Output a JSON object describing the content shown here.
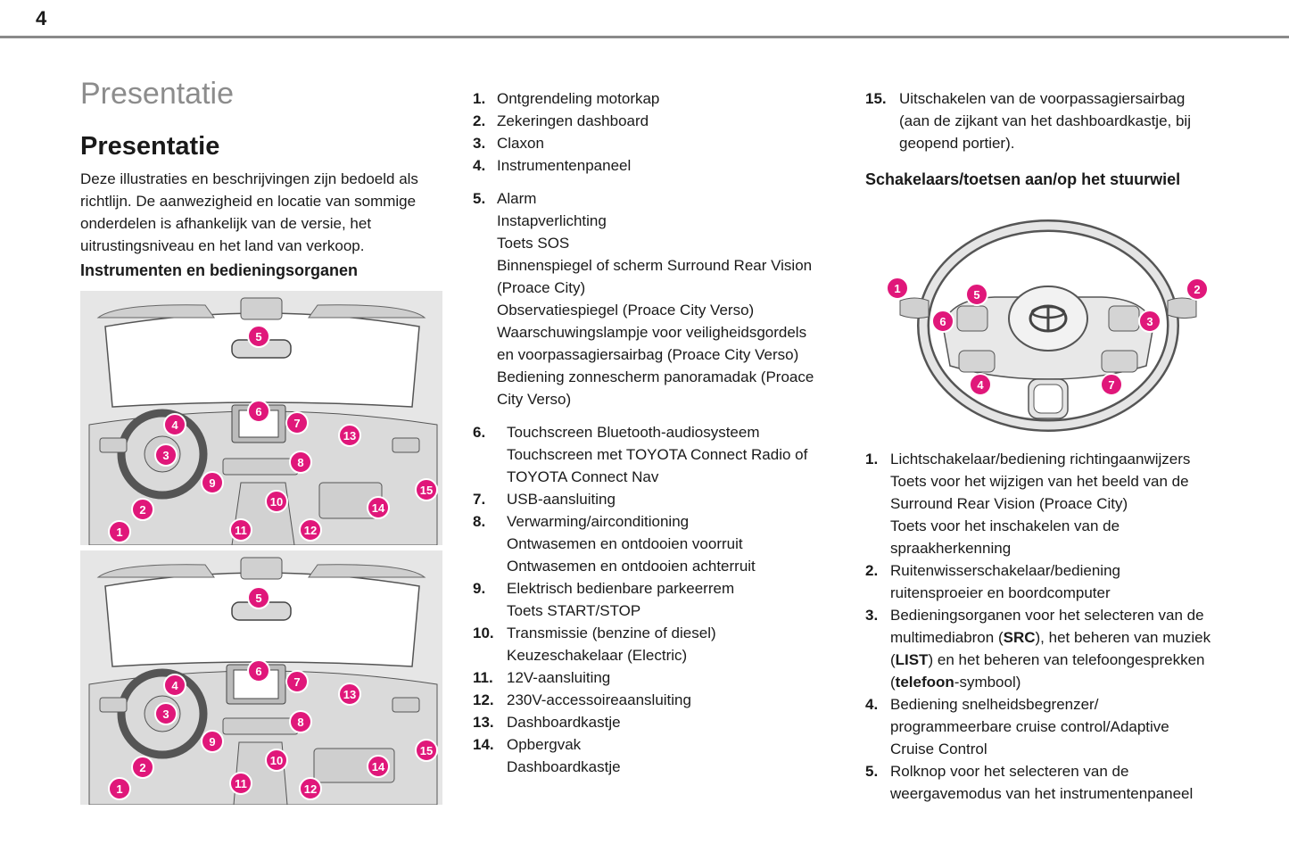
{
  "page": {
    "number": "4"
  },
  "section_title": "Presentatie",
  "heading": "Presentatie",
  "intro": "Deze illustraties en beschrijvingen zijn bedoeld als richtlijn. De aanwezigheid en locatie van sommige onderdelen is afhankelijk van de versie, het uitrustingsniveau en het land van verkoop.",
  "subheading_dashboard": "Instrumenten en bedieningsorganen",
  "subheading_wheel": "Schakelaars/toetsen aan/op het stuurwiel",
  "colors": {
    "callout": "#e0177a",
    "rule": "#8a8a8a",
    "title_grey": "#8c8c8c",
    "figure_bg": "#e6e6e6"
  },
  "dashboard_callouts": [
    "1",
    "2",
    "3",
    "4",
    "5",
    "6",
    "7",
    "8",
    "9",
    "10",
    "11",
    "12",
    "13",
    "14",
    "15"
  ],
  "wheel_callouts": [
    "1",
    "2",
    "3",
    "4",
    "5",
    "6",
    "7"
  ],
  "list_dashboard": [
    {
      "num": "1.",
      "lines": [
        "Ontgrendeling motorkap"
      ]
    },
    {
      "num": "2.",
      "lines": [
        "Zekeringen dashboard"
      ]
    },
    {
      "num": "3.",
      "lines": [
        "Claxon"
      ]
    },
    {
      "num": "4.",
      "lines": [
        "Instrumentenpaneel"
      ]
    },
    {
      "num": "5.",
      "lines": [
        "Alarm",
        "Instapverlichting",
        "Toets SOS",
        "Binnenspiegel of scherm Surround Rear Vision",
        "(Proace City)",
        "Observatiespiegel (Proace City Verso)",
        "Waarschuwingslampje voor veiligheidsgordels",
        "en voorpassagiersairbag (Proace City Verso)",
        "Bediening zonnescherm panoramadak (Proace",
        "City Verso)"
      ]
    },
    {
      "num": "6.",
      "lines": [
        "Touchscreen Bluetooth-audiosysteem",
        "Touchscreen met TOYOTA Connect Radio of",
        "TOYOTA Connect Nav"
      ]
    },
    {
      "num": "7.",
      "lines": [
        "USB-aansluiting"
      ]
    },
    {
      "num": "8.",
      "lines": [
        "Verwarming/airconditioning",
        "Ontwasemen en ontdooien voorruit",
        "Ontwasemen en ontdooien achterruit"
      ]
    },
    {
      "num": "9.",
      "lines": [
        "Elektrisch bedienbare parkeerrem",
        "Toets START/STOP"
      ]
    },
    {
      "num": "10.",
      "lines": [
        "Transmissie (benzine of diesel)",
        "Keuzeschakelaar (Electric)"
      ]
    },
    {
      "num": "11.",
      "lines": [
        "12V-aansluiting"
      ]
    },
    {
      "num": "12.",
      "lines": [
        "230V-accessoireaansluiting"
      ]
    },
    {
      "num": "13.",
      "lines": [
        "Dashboardkastje"
      ]
    },
    {
      "num": "14.",
      "lines": [
        "Opbergvak",
        "Dashboardkastje"
      ]
    },
    {
      "num": "15.",
      "lines": [
        "Uitschakelen van de voorpassagiersairbag",
        "(aan de zijkant van het dashboardkastje, bij",
        "geopend portier)."
      ]
    }
  ],
  "list_wheel": [
    {
      "num": "1.",
      "lines": [
        "Lichtschakelaar/bediening richtingaanwijzers",
        "Toets voor het wijzigen van het beeld van de",
        "Surround Rear Vision (Proace City)",
        "Toets voor het inschakelen van de",
        "spraakherkenning"
      ]
    },
    {
      "num": "2.",
      "lines": [
        "Ruitenwisserschakelaar/bediening",
        "ruitensproeier en boordcomputer"
      ]
    },
    {
      "num": "3.",
      "lines": [
        "Bedieningsorganen voor het selecteren van de"
      ],
      "rich": {
        "l2a": "multimediabron (",
        "src": "SRC",
        "l2b": "), het beheren van muziek",
        "l3a": "(",
        "list": "LIST",
        "l3b": ") en het beheren van telefoongesprekken",
        "l4a": "(",
        "tel": "telefoon",
        "l4b": "-symbool)"
      }
    },
    {
      "num": "4.",
      "lines": [
        "Bediening snelheidsbegrenzer/",
        "programmeerbare cruise control/Adaptive",
        "Cruise Control"
      ]
    },
    {
      "num": "5.",
      "lines": [
        "Rolknop voor het selecteren van de",
        "weergavemodus van het instrumentenpaneel"
      ]
    }
  ]
}
